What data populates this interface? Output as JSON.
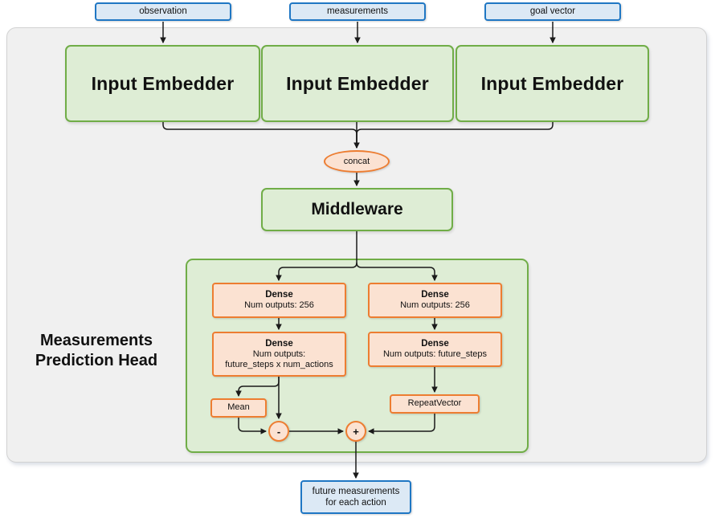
{
  "diagram": {
    "title": "Measurements Prediction Head network architecture",
    "colors": {
      "io_fill": "#dce9f5",
      "io_stroke": "#1f77c4",
      "green_fill": "#deedd5",
      "green_stroke": "#70ad47",
      "orange_fill": "#fbe2d2",
      "orange_stroke": "#ed7d31",
      "panel_fill": "#f0f0f0",
      "panel_stroke": "#d2d2d2",
      "edge": "#1a1a1a"
    }
  },
  "inputs": [
    {
      "label": "observation"
    },
    {
      "label": "measurements"
    },
    {
      "label": "goal vector"
    }
  ],
  "embedders": [
    {
      "label": "Input Embedder"
    },
    {
      "label": "Input Embedder"
    },
    {
      "label": "Input Embedder"
    }
  ],
  "concat": {
    "label": "concat"
  },
  "middleware": {
    "label": "Middleware"
  },
  "head": {
    "title_line1": "Measurements",
    "title_line2": "Prediction Head",
    "left_branch": [
      {
        "title": "Dense",
        "sub_line1": "Num outputs: 256",
        "sub_line2": ""
      },
      {
        "title": "Dense",
        "sub_line1": "Num outputs:",
        "sub_line2": "future_steps x num_actions"
      }
    ],
    "right_branch": [
      {
        "title": "Dense",
        "sub_line1": "Num outputs: 256",
        "sub_line2": ""
      },
      {
        "title": "Dense",
        "sub_line1": "Num outputs: future_steps",
        "sub_line2": ""
      }
    ],
    "mean": {
      "label": "Mean"
    },
    "repeat_vector": {
      "label": "RepeatVector"
    },
    "subtract_op": {
      "label": "-"
    },
    "add_op": {
      "label": "+"
    }
  },
  "output": {
    "line1": "future measurements",
    "line2": "for each action"
  }
}
